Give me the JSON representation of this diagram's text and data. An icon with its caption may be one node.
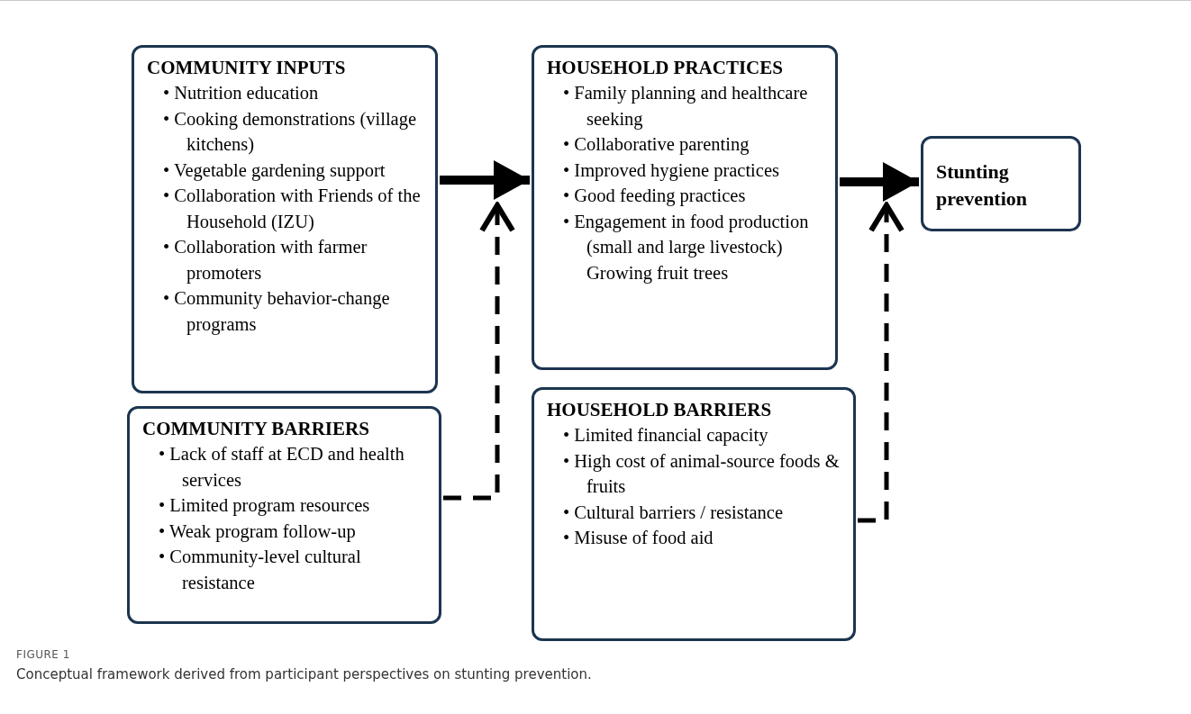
{
  "diagram": {
    "caption": "Conceptual framework derived from participant perspectives on stunting prevention.",
    "nodes": [
      {
        "text": [
          "COMMUNITY INPUTS",
          "• Nutrition education",
          "• Cooking demonstrations (village kitchens)",
          "• Vegetable gardening support",
          "• Collaboration with Friends of the Household (IZU)",
          "• Collaboration with farmer promoters",
          "• Community behavior-change programs"
        ]
      },
      {
        "text": [
          "HOUSEHOLD PRACTICES",
          "• Family planning and healthcare seeking",
          "• Collaborative parenting",
          "• Improved hygiene practices",
          "• Good feeding practices",
          "• Engagement in food production (small and large livestock)",
          "Growing fruit trees"
        ]
      },
      {
        "text": [
          "Stunting prevention"
        ]
      },
      {
        "text": [
          "COMMUNITY BARRIERS",
          "• Lack of staff at ECD and health services",
          "• Limited program resources",
          "• Weak program follow-up",
          "• Community-level cultural resistance"
        ]
      },
      {
        "text": [
          "HOUSEHOLD BARRIERS",
          "• Limited financial capacity",
          "• High cost of animal-source foods & fruits",
          "• Cultural barriers / resistance",
          "• Misuse of food aid"
        ]
      }
    ],
    "edges": [
      {
        "from": 0,
        "to": 1,
        "arrow": "to",
        "style": "thick"
      },
      {
        "from": 1,
        "to": 2,
        "arrow": "to",
        "style": "thick"
      },
      {
        "from": 3,
        "to": 1,
        "arrow": "to",
        "style": "dashed"
      },
      {
        "from": 4,
        "to": 2,
        "arrow": "to",
        "style": "dashed"
      }
    ],
    "labels": [
      "FIGURE 1"
    ]
  }
}
